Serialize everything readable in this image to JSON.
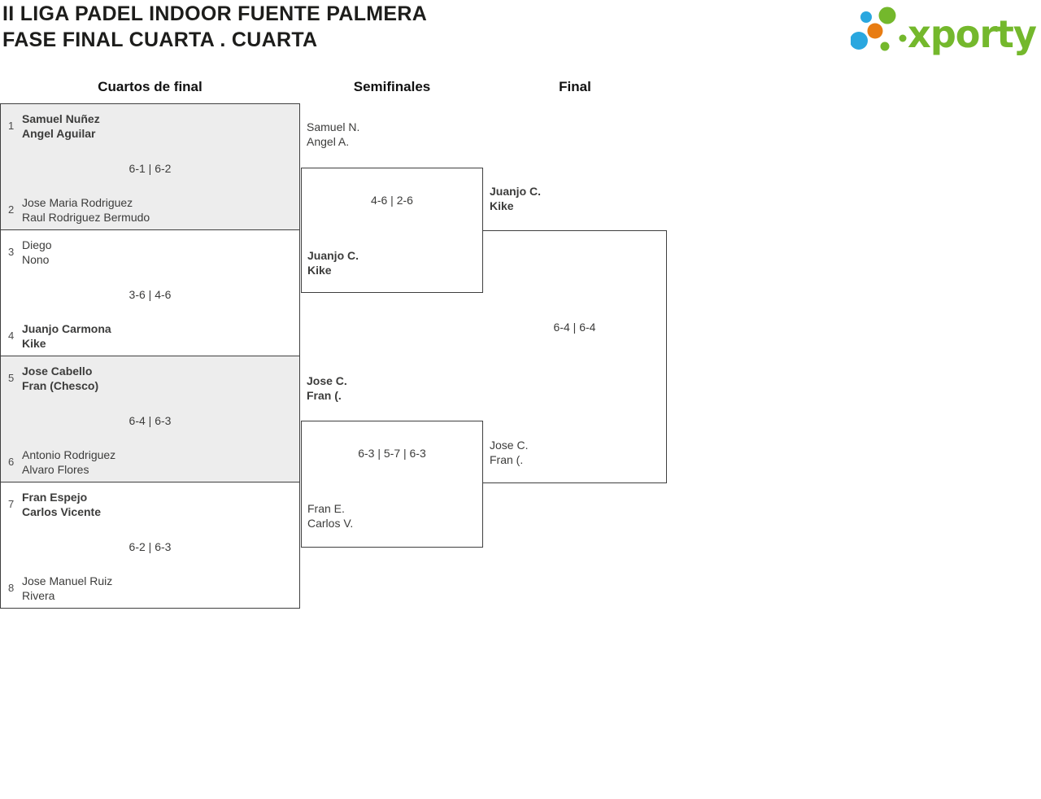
{
  "header": {
    "title_line1": "II LIGA PADEL INDOOR FUENTE PALMERA",
    "title_line2": "FASE FINAL CUARTA . CUARTA",
    "logo_text": "xporty",
    "logo_colors": {
      "green": "#74b82c",
      "blue": "#2aa7df",
      "orange": "#e87c12"
    }
  },
  "rounds": [
    {
      "label": "Cuartos de final"
    },
    {
      "label": "Semifinales"
    },
    {
      "label": "Final"
    }
  ],
  "quarterfinals": [
    {
      "seed_top": "1",
      "team_top": [
        "Samuel Nuñez",
        "Angel Aguilar"
      ],
      "top_winner": true,
      "score": "6-1 | 6-2",
      "seed_bottom": "2",
      "team_bottom": [
        "Jose Maria Rodriguez",
        "Raul Rodriguez Bermudo"
      ],
      "bottom_winner": false,
      "shaded": true
    },
    {
      "seed_top": "3",
      "team_top": [
        "Diego",
        "Nono"
      ],
      "top_winner": false,
      "score": "3-6 | 4-6",
      "seed_bottom": "4",
      "team_bottom": [
        "Juanjo Carmona",
        "Kike"
      ],
      "bottom_winner": true,
      "shaded": false
    },
    {
      "seed_top": "5",
      "team_top": [
        "Jose Cabello",
        "Fran (Chesco)"
      ],
      "top_winner": true,
      "score": "6-4 | 6-3",
      "seed_bottom": "6",
      "team_bottom": [
        "Antonio Rodriguez",
        "Alvaro Flores"
      ],
      "bottom_winner": false,
      "shaded": true
    },
    {
      "seed_top": "7",
      "team_top": [
        "Fran Espejo",
        "Carlos Vicente"
      ],
      "top_winner": true,
      "score": "6-2 | 6-3",
      "seed_bottom": "8",
      "team_bottom": [
        "Jose Manuel Ruiz",
        "Rivera"
      ],
      "bottom_winner": false,
      "shaded": false
    }
  ],
  "semifinals": [
    {
      "team_top": [
        "Samuel N.",
        "Angel A."
      ],
      "top_winner": false,
      "score": "4-6 | 2-6",
      "team_bottom": [
        "Juanjo C.",
        "Kike"
      ],
      "bottom_winner": true
    },
    {
      "team_top": [
        "Jose C.",
        "Fran (."
      ],
      "top_winner": true,
      "score": "6-3 | 5-7 | 6-3",
      "team_bottom": [
        "Fran E.",
        "Carlos V."
      ],
      "bottom_winner": false
    }
  ],
  "final": {
    "team_top": [
      "Juanjo C.",
      "Kike"
    ],
    "top_winner": true,
    "score": "6-4 | 6-4",
    "team_bottom": [
      "Jose C.",
      "Fran (."
    ],
    "bottom_winner": false
  }
}
